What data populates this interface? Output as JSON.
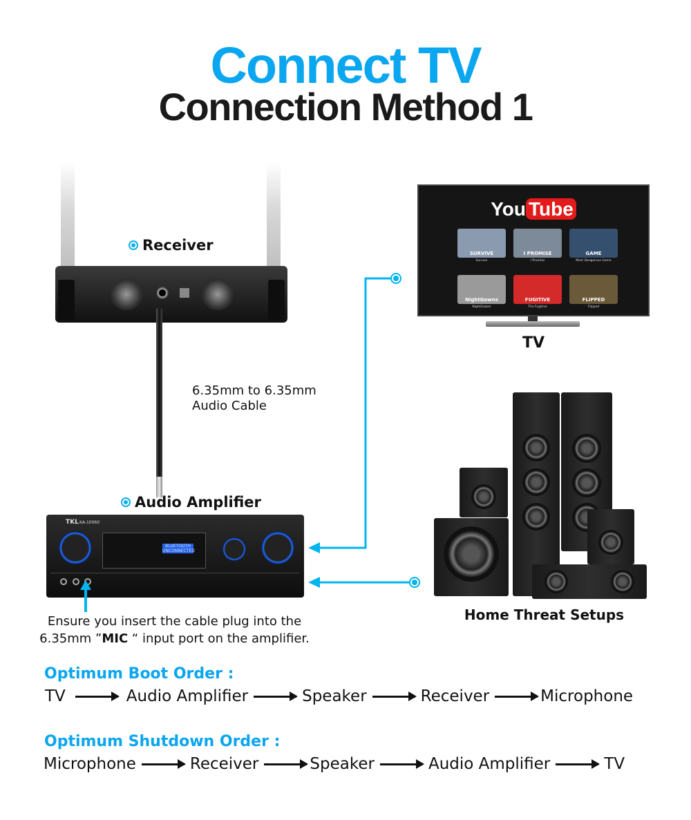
{
  "title": {
    "line1": "Connect TV",
    "line2": "Connection Method 1"
  },
  "receiver": {
    "label": "Receiver"
  },
  "cable": {
    "line1": "6.35mm to 6.35mm",
    "line2": "Audio Cable"
  },
  "amplifier": {
    "label": "Audio Amplifier",
    "brand": "TKL",
    "model": "KA-10060",
    "display": [
      "BLUETOOTH",
      "UNCONNECTED"
    ]
  },
  "note": {
    "part1": "Ensure you insert the cable plug into the",
    "part2": "6.35mm ”",
    "bold": "MIC",
    "part3": " “ input port on the amplifier."
  },
  "tv": {
    "label": "TV",
    "logo_you": "You",
    "logo_tube": "Tube",
    "videos": [
      {
        "title": "SURVIVE",
        "caption": "Survive",
        "color": "#8a9bb0"
      },
      {
        "title": "I PROMISE",
        "caption": "I Promise",
        "color": "#7d8a99"
      },
      {
        "title": "GAME",
        "caption": "Most Dangerous Game",
        "color": "#35506e"
      },
      {
        "title": "NightGowns",
        "caption": "NightGowns",
        "color": "#9a9a9a"
      },
      {
        "title": "FUGITIVE",
        "caption": "The Fugitive",
        "color": "#d42a2a"
      },
      {
        "title": "FLIPPED",
        "caption": "Flipped",
        "color": "#6b5a3a"
      }
    ]
  },
  "speakers": {
    "label": "Home Threat Setups"
  },
  "boot": {
    "heading": "Optimum Boot Order :",
    "steps": [
      "TV",
      "Audio Amplifier",
      "Speaker",
      "Receiver",
      "Microphone"
    ]
  },
  "shutdown": {
    "heading": "Optimum Shutdown Order :",
    "steps": [
      "Microphone",
      "Receiver",
      "Speaker",
      "Audio Amplifier",
      "TV"
    ]
  },
  "colors": {
    "accent": "#0aa6ef",
    "connector": "#00b4f0"
  }
}
